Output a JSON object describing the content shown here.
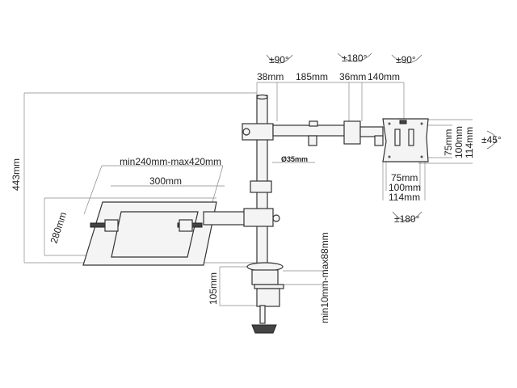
{
  "rotations": {
    "top_left": "±90°",
    "top_middle": "±180°",
    "top_right": "±90°",
    "tilt": "±45°",
    "vesa_rotate": "±180°"
  },
  "arm_dims": {
    "d1": "38mm",
    "d2": "185mm",
    "d3": "36mm",
    "d4": "140mm"
  },
  "pole": {
    "diameter": "Ø35mm",
    "height": "443mm"
  },
  "vesa": {
    "v75": "75mm",
    "v100": "100mm",
    "v114": "114mm",
    "h75": "75mm",
    "h100": "100mm",
    "h114": "114mm"
  },
  "tray": {
    "adjust": "min240mm-max420mm",
    "width": "300mm",
    "depth": "280mm"
  },
  "clamp": {
    "height": "105mm",
    "range": "min10mm-max88mm"
  }
}
